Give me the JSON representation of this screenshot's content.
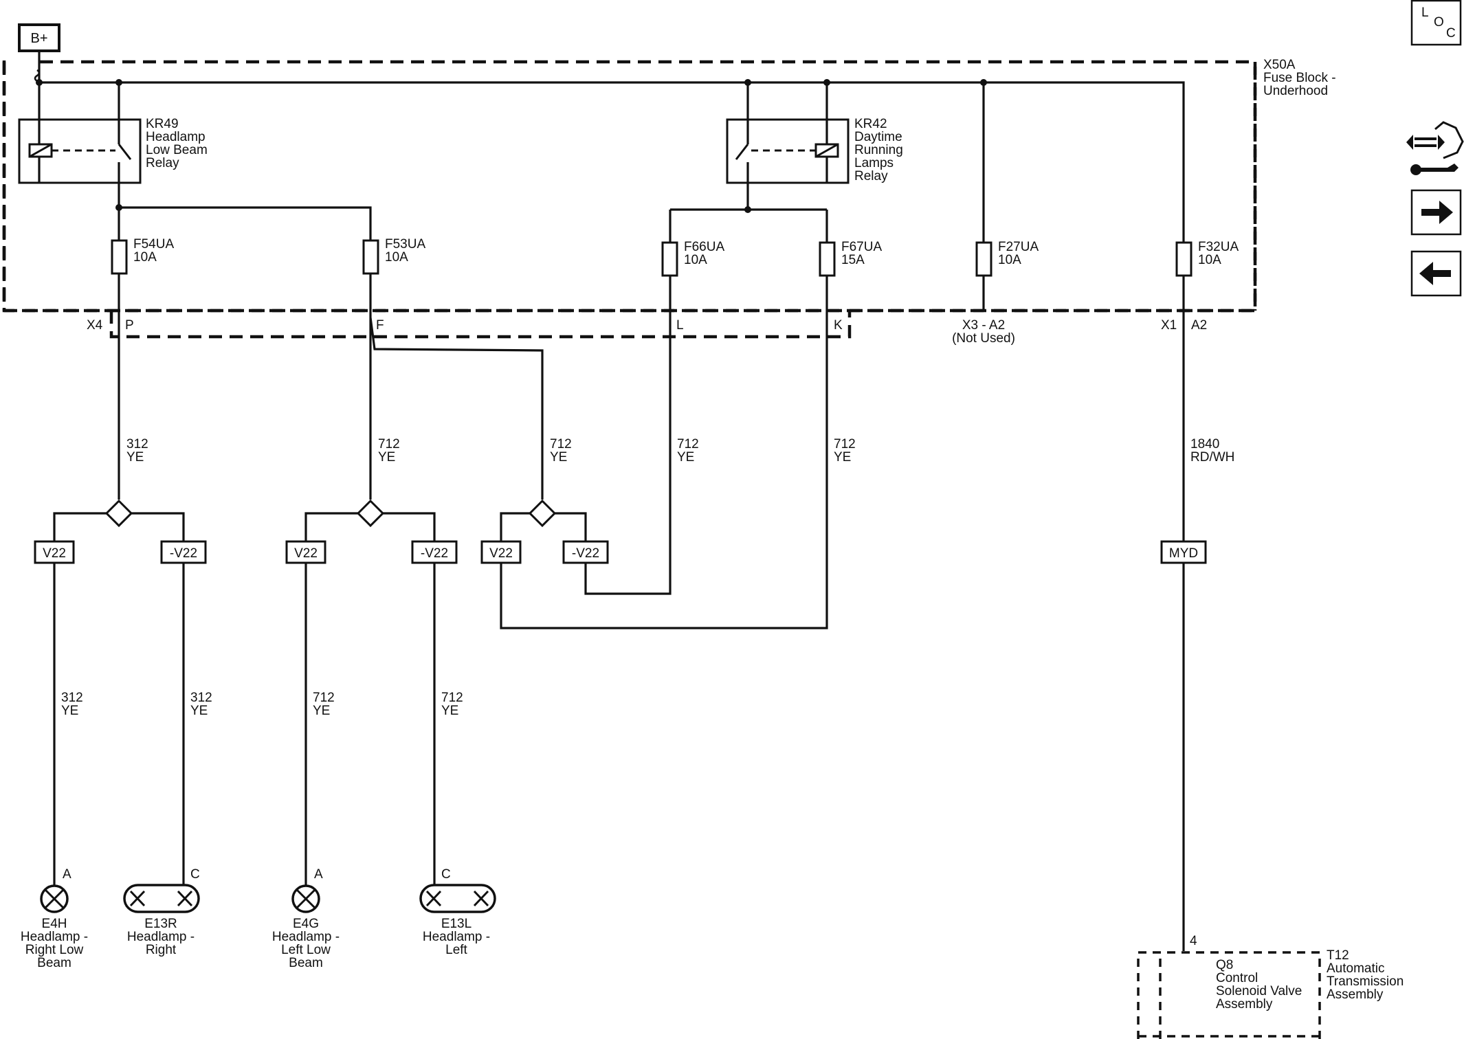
{
  "power": {
    "label": "B+"
  },
  "nav_icons": {
    "loc": "L O C",
    "left_icon": "arrow-left-icon",
    "right_icon": "arrow-right-icon",
    "connector_icon": "connector-tool-icon"
  },
  "fuse_block": {
    "line1": "X50A",
    "line2": "Fuse Block -",
    "line3": "Underhood"
  },
  "relays": [
    {
      "id": "KR49",
      "lines": [
        "KR49",
        "Headlamp",
        "Low Beam",
        "Relay"
      ]
    },
    {
      "id": "KR42",
      "lines": [
        "KR42",
        "Daytime",
        "Running",
        "Lamps",
        "Relay"
      ]
    }
  ],
  "fuses": [
    {
      "name": "F54UA",
      "rating": "10A"
    },
    {
      "name": "F53UA",
      "rating": "10A"
    },
    {
      "name": "F66UA",
      "rating": "10A"
    },
    {
      "name": "F67UA",
      "rating": "15A"
    },
    {
      "name": "F27UA",
      "rating": "10A"
    },
    {
      "name": "F32UA",
      "rating": "10A"
    }
  ],
  "connectors": {
    "x4": "X4",
    "p": "P",
    "f": "F",
    "l": "L",
    "k": "K",
    "x3": "X3 - A2",
    "not_used": "(Not Used)",
    "x1": "X1",
    "a2": "A2"
  },
  "wires": [
    {
      "circuit": "312",
      "color": "YE"
    },
    {
      "circuit": "712",
      "color": "YE"
    },
    {
      "circuit": "712",
      "color": "YE"
    },
    {
      "circuit": "712",
      "color": "YE"
    },
    {
      "circuit": "712",
      "color": "YE"
    },
    {
      "circuit": "1840",
      "color": "RD/WH"
    },
    {
      "circuit": "312",
      "color": "YE"
    },
    {
      "circuit": "312",
      "color": "YE"
    },
    {
      "circuit": "712",
      "color": "YE"
    },
    {
      "circuit": "712",
      "color": "YE"
    }
  ],
  "options": {
    "v22": "V22",
    "nv22": "-V22",
    "myd": "MYD"
  },
  "loads": [
    {
      "pin": "A",
      "lines": [
        "E4H",
        "Headlamp -",
        "Right Low",
        "Beam"
      ]
    },
    {
      "pin": "C",
      "lines": [
        "E13R",
        "Headlamp -",
        "Right"
      ]
    },
    {
      "pin": "A",
      "lines": [
        "E4G",
        "Headlamp -",
        "Left Low",
        "Beam"
      ]
    },
    {
      "pin": "C",
      "lines": [
        "E13L",
        "Headlamp -",
        "Left"
      ]
    }
  ],
  "tcm": {
    "pin": "4",
    "inner": [
      "Q8",
      "Control",
      "Solenoid Valve",
      "Assembly"
    ],
    "outer": [
      "T12",
      "Automatic",
      "Transmission",
      "Assembly"
    ]
  }
}
